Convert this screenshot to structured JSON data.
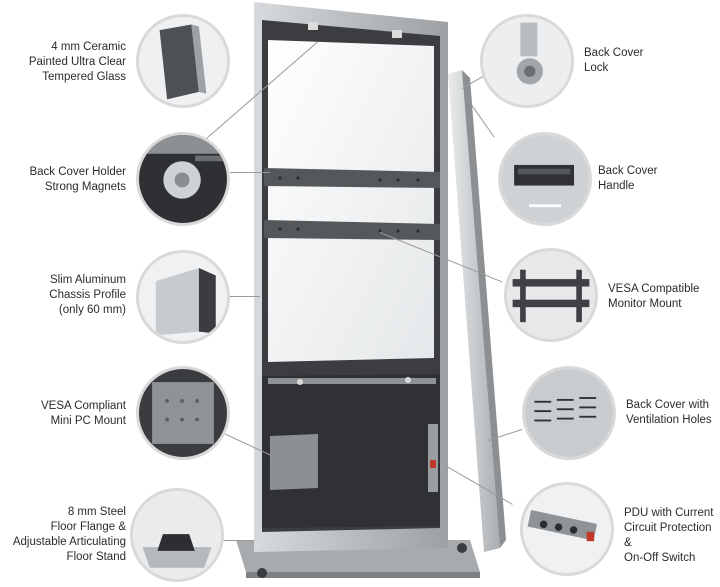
{
  "callouts": {
    "glass": "4 mm Ceramic\nPainted Ultra Clear\nTempered Glass",
    "magnets": "Back Cover Holder\nStrong Magnets",
    "chassis": "Slim Aluminum\nChassis Profile\n(only 60 mm)",
    "pc_mount": "VESA Compliant\nMini PC Mount",
    "floor": "8 mm Steel\nFloor Flange &\nAdjustable Articulating\nFloor Stand",
    "lock": "Back Cover\nLock",
    "handle": "Back Cover\nHandle",
    "monitor": "VESA Compatible\nMonitor Mount",
    "ventilation": "Back Cover with\nVentilation Holes",
    "pdu": "PDU with Current\nCircuit Protection &\nOn-Off Switch"
  },
  "colors": {
    "frame": "#bfc3c6",
    "frame_dark": "#8f9396",
    "glass": "#f2f4f5",
    "panel": "#2f3134",
    "bracket": "#55585b",
    "circle_border": "#d9d9d9",
    "text": "#2b2b2b",
    "plug_red": "#c0392b"
  }
}
